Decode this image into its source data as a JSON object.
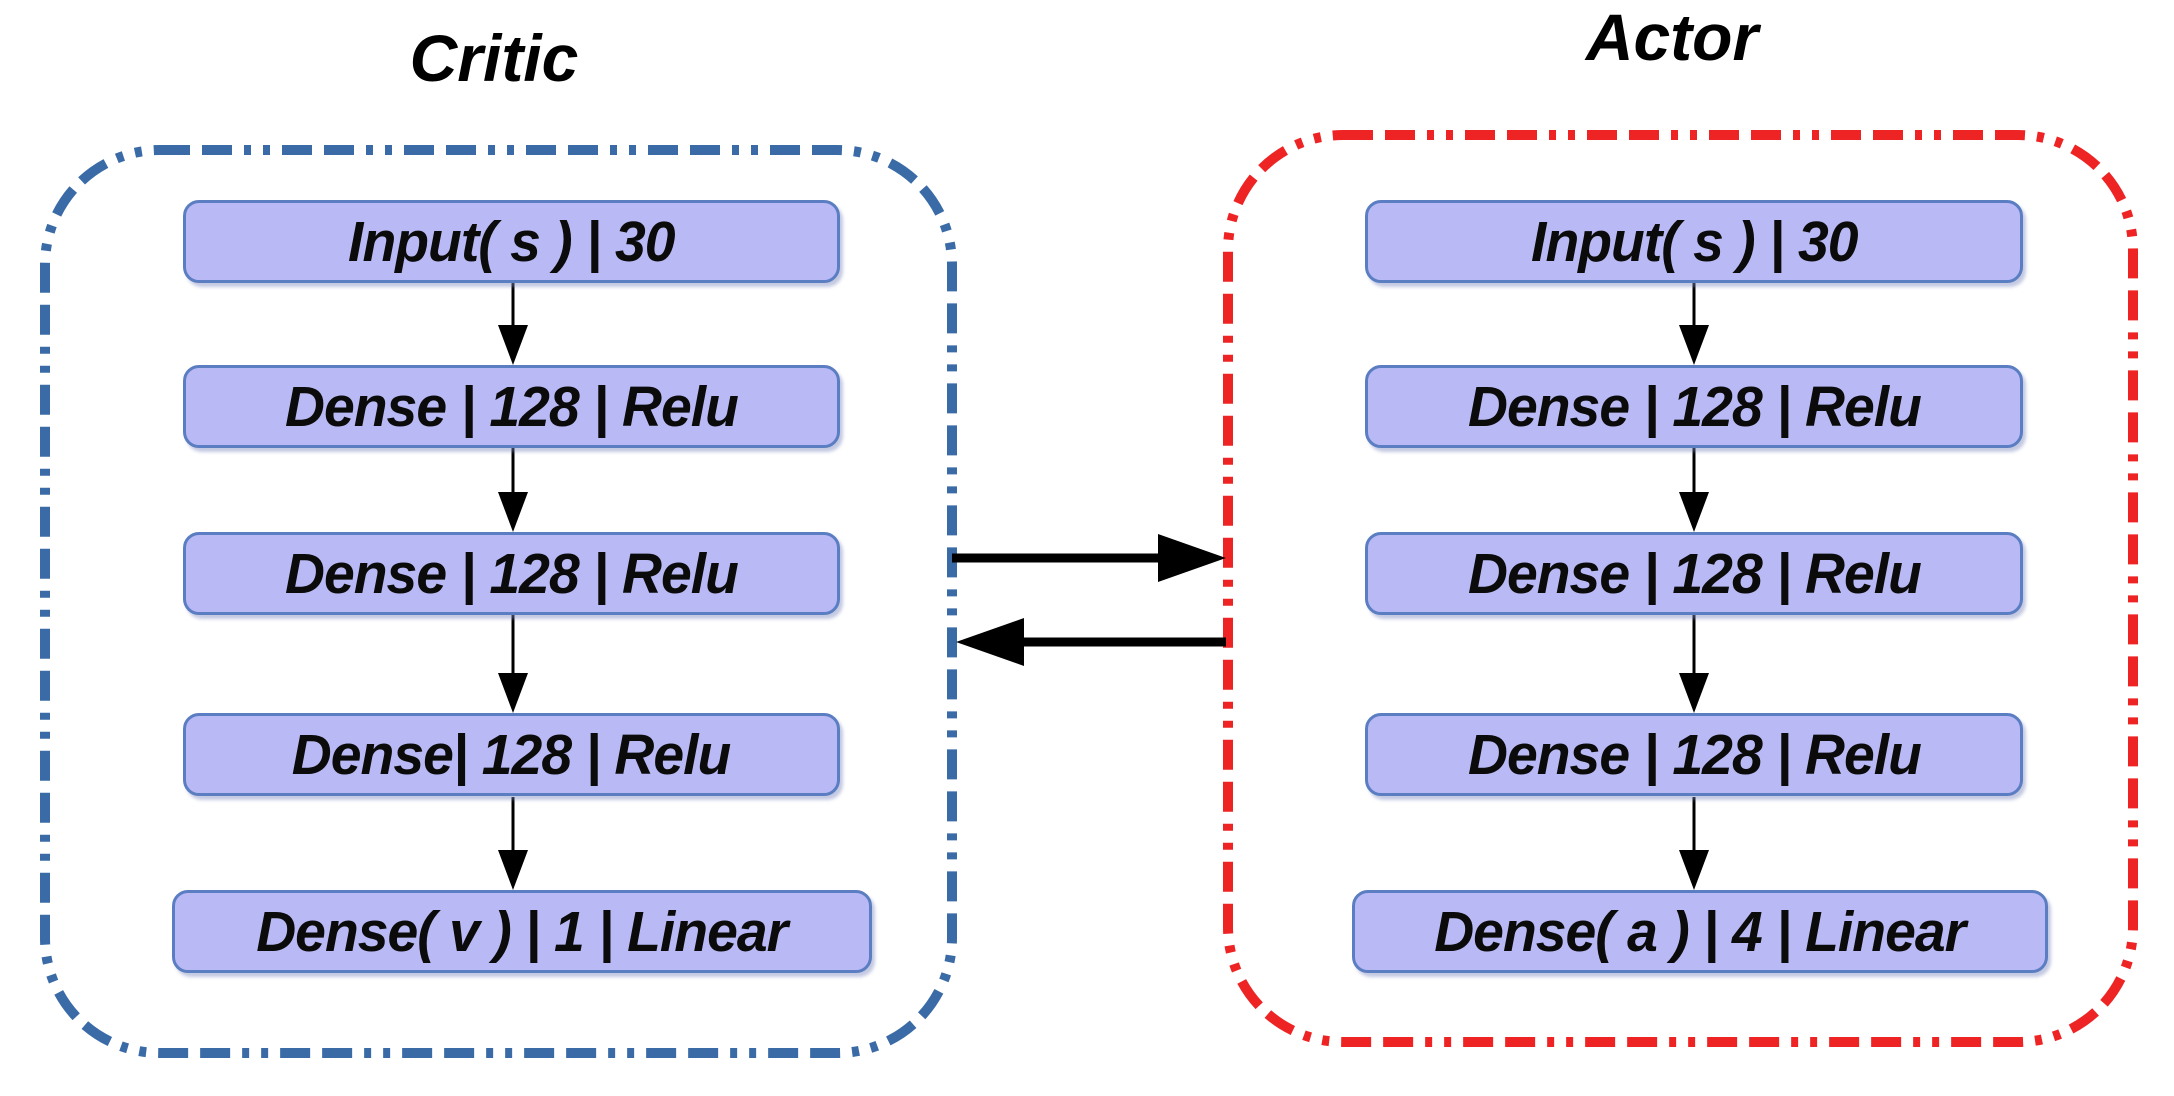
{
  "critic": {
    "title": "Critic",
    "border_color": "#3a6ba6",
    "layers": [
      "Input( s ) | 30",
      "Dense | 128 | Relu",
      "Dense | 128 | Relu",
      "Dense| 128 | Relu",
      "Dense( v ) | 1 | Linear"
    ]
  },
  "actor": {
    "title": "Actor",
    "border_color": "#ee2424",
    "layers": [
      "Input( s ) | 30",
      "Dense | 128 | Relu",
      "Dense | 128 | Relu",
      "Dense | 128 | Relu",
      "Dense( a ) | 4 | Linear"
    ]
  },
  "styles": {
    "box_fill": "#b9baf5",
    "box_border": "#5b7ec2",
    "arrow_color": "#000000",
    "background": "#ffffff"
  }
}
